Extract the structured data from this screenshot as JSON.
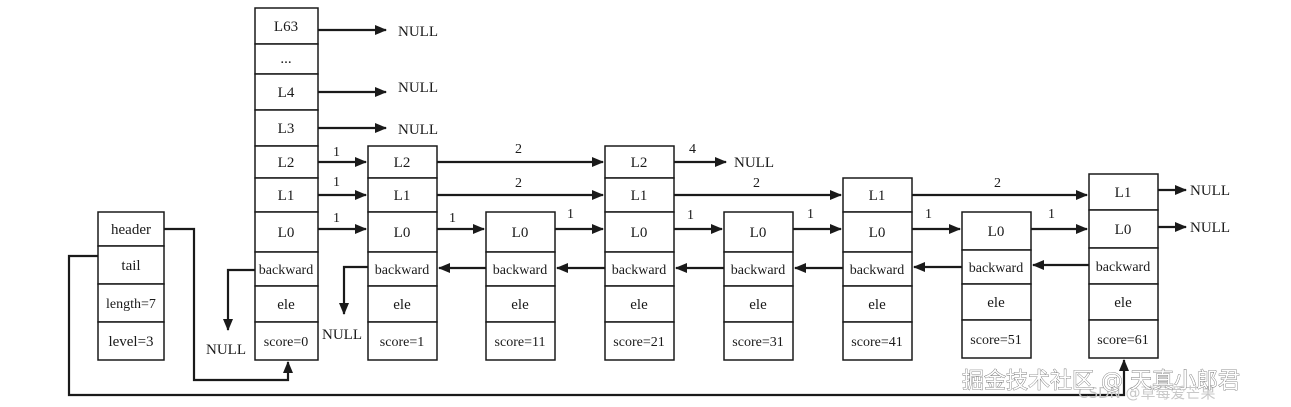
{
  "null_label": "NULL",
  "header_struct": {
    "cells": [
      "header",
      "tail",
      "length=7",
      "level=3"
    ]
  },
  "header_node": {
    "cells": [
      "L63",
      "...",
      "L4",
      "L3",
      "L2",
      "L1",
      "L0",
      "backward",
      "ele",
      "score=0"
    ]
  },
  "nodes": [
    {
      "cells": [
        "L2",
        "L1",
        "L0",
        "backward",
        "ele",
        "score=1"
      ]
    },
    {
      "cells": [
        "L0",
        "backward",
        "ele",
        "score=11"
      ]
    },
    {
      "cells": [
        "L2",
        "L1",
        "L0",
        "backward",
        "ele",
        "score=21"
      ]
    },
    {
      "cells": [
        "L0",
        "backward",
        "ele",
        "score=31"
      ]
    },
    {
      "cells": [
        "L1",
        "L0",
        "backward",
        "ele",
        "score=41"
      ]
    },
    {
      "cells": [
        "L0",
        "backward",
        "ele",
        "score=51"
      ]
    },
    {
      "cells": [
        "L1",
        "L0",
        "backward",
        "ele",
        "score=61"
      ]
    }
  ],
  "spans": {
    "level2": [
      "1",
      "2",
      "4"
    ],
    "level1": [
      "1",
      "2",
      "2",
      "2"
    ],
    "level0": [
      "1",
      "1",
      "1",
      "1",
      "1",
      "1",
      "1"
    ]
  },
  "watermark": {
    "main": "掘金技术社区 @ 天真小郎君",
    "sub": "CSDN @草莓爱芒果"
  }
}
